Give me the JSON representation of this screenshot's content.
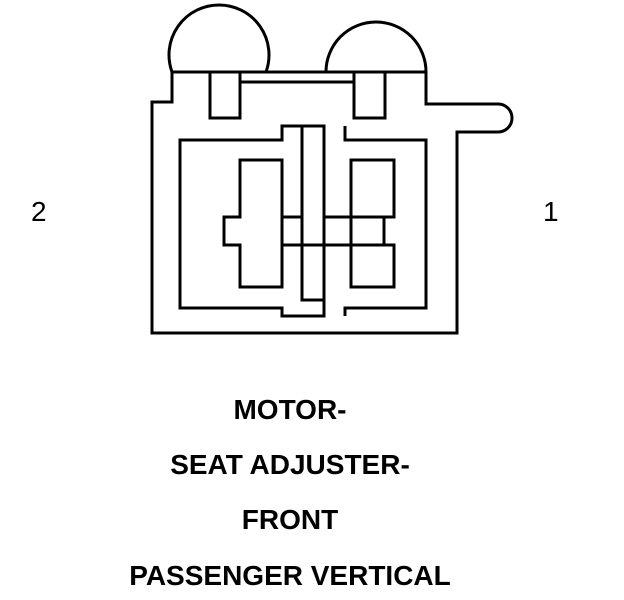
{
  "pin_labels": {
    "left": "2",
    "right": "1"
  },
  "caption": {
    "line1": "MOTOR-",
    "line2": "SEAT ADJUSTER-",
    "line3": "FRONT",
    "line4": "PASSENGER VERTICAL"
  },
  "colors": {
    "stroke": "#000000",
    "background": "#ffffff"
  }
}
